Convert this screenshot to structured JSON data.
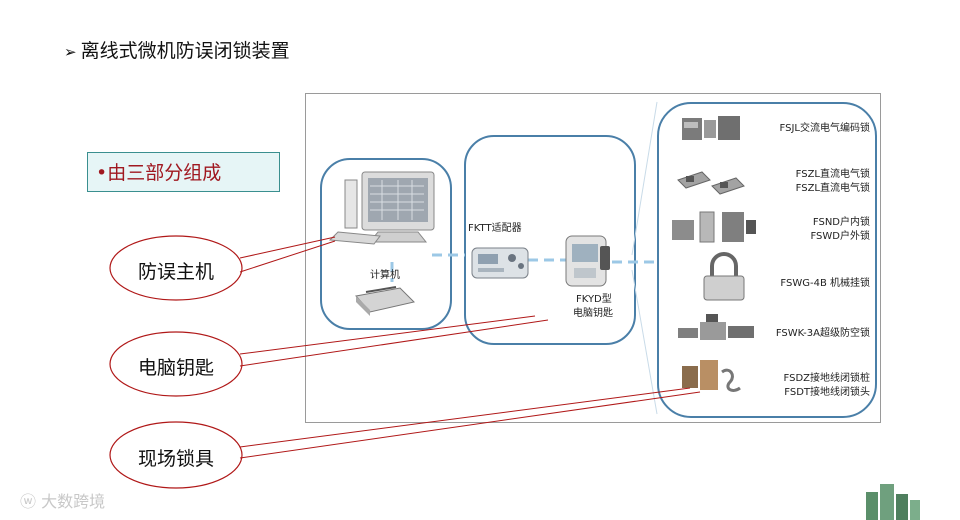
{
  "title": "离线式微机防误闭锁装置",
  "subtitle": "•由三部分组成",
  "callouts": [
    "防误主机",
    "电脑钥匙",
    "现场锁具"
  ],
  "components": {
    "computer": "计算机",
    "adapter": "FKTT适配器",
    "key_line1": "FKYD型",
    "key_line2": "电脑钥匙"
  },
  "locks": [
    {
      "name": "FSJL交流电气编码锁",
      "icon": "ac-electric-lock-icon"
    },
    {
      "name": "FSZL直流电气锁\nFSZL直流电气锁",
      "icon": "dc-electric-lock-icon"
    },
    {
      "name": "FSND户内锁\nFSWD户外锁",
      "icon": "indoor-outdoor-lock-icon"
    },
    {
      "name": "FSWG-4B 机械挂锁",
      "icon": "padlock-icon"
    },
    {
      "name": "FSWK-3A超级防空锁",
      "icon": "super-lock-icon"
    },
    {
      "name": "FSDZ接地线闭锁桩\nFSDT接地线闭锁头",
      "icon": "grounding-lock-icon"
    }
  ],
  "watermark": "大数跨境",
  "colors": {
    "group_border": "#4a7fa8",
    "callout_line": "#b01818",
    "subtitle_text": "#a01820"
  }
}
